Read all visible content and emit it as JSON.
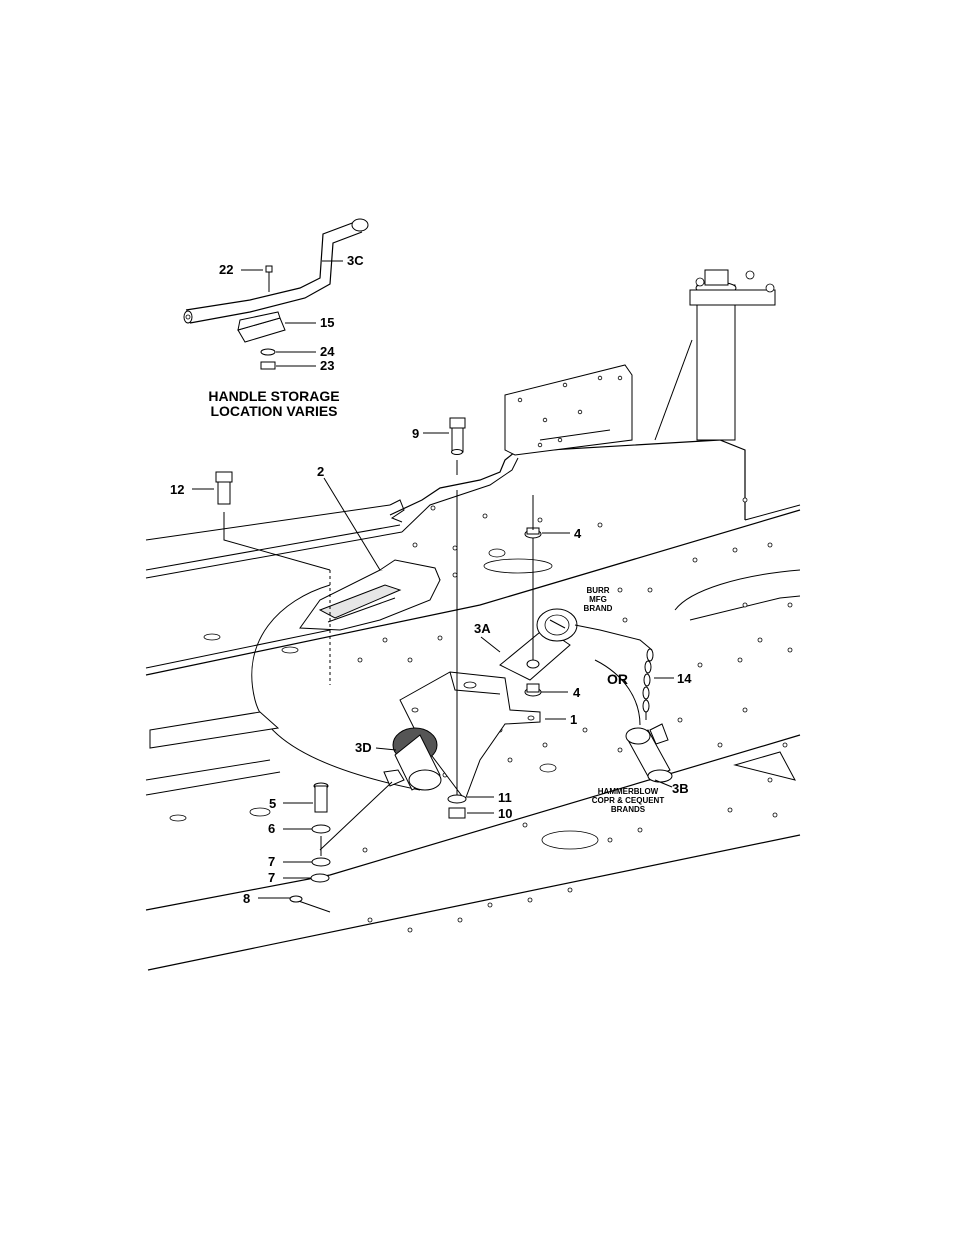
{
  "diagram": {
    "storage_note": [
      "HANDLE STORAGE",
      "LOCATION VARIES"
    ],
    "brand_burr": [
      "BURR",
      "MFG",
      "BRAND"
    ],
    "brand_hammerblow": [
      "HAMMERBLOW",
      "COPR & CEQUENT",
      "BRANDS"
    ],
    "or_label": "OR",
    "callouts": {
      "c22": "22",
      "c3C": "3C",
      "c15": "15",
      "c24": "24",
      "c23": "23",
      "c9": "9",
      "c12": "12",
      "c2": "2",
      "c4a": "4",
      "c3A": "3A",
      "c4b": "4",
      "c14": "14",
      "c1": "1",
      "c3D": "3D",
      "c11": "11",
      "c10": "10",
      "c3B": "3B",
      "c5": "5",
      "c6": "6",
      "c7a": "7",
      "c7b": "7",
      "c8": "8"
    }
  }
}
